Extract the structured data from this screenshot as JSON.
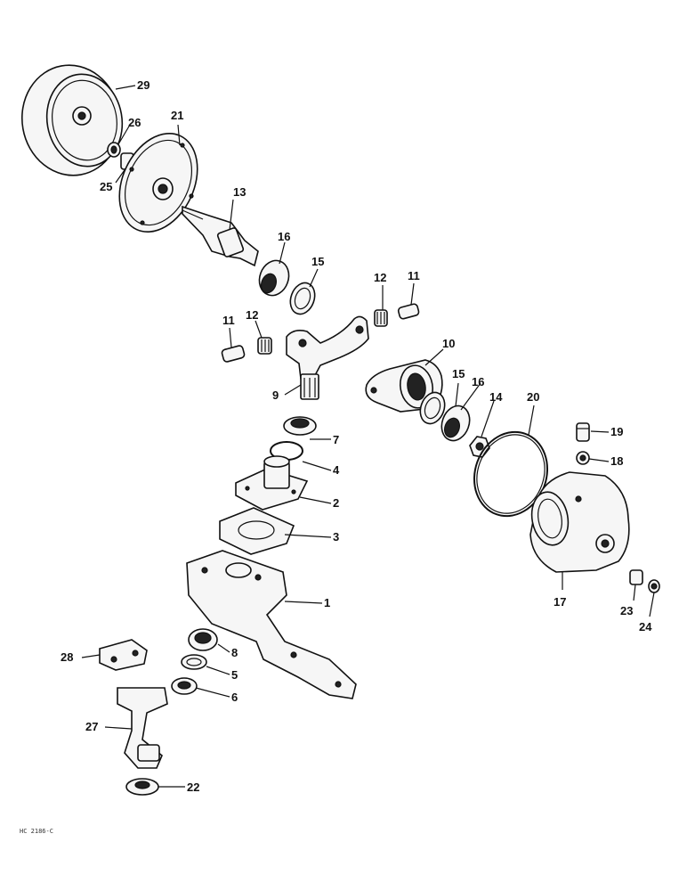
{
  "labels": {
    "n1": "1",
    "n2": "2",
    "n3": "3",
    "n4": "4",
    "n5": "5",
    "n6": "6",
    "n7": "7",
    "n8": "8",
    "n9": "9",
    "n10": "10",
    "n11a": "11",
    "n11b": "11",
    "n12a": "12",
    "n12b": "12",
    "n13": "13",
    "n14": "14",
    "n15a": "15",
    "n15b": "15",
    "n16a": "16",
    "n16b": "16",
    "n17": "17",
    "n18": "18",
    "n19": "19",
    "n20": "20",
    "n21": "21",
    "n22": "22",
    "n23": "23",
    "n24": "24",
    "n25": "25",
    "n26": "26",
    "n27": "27",
    "n28": "28",
    "n29": "29"
  },
  "figure_code": "HC 2186-C"
}
